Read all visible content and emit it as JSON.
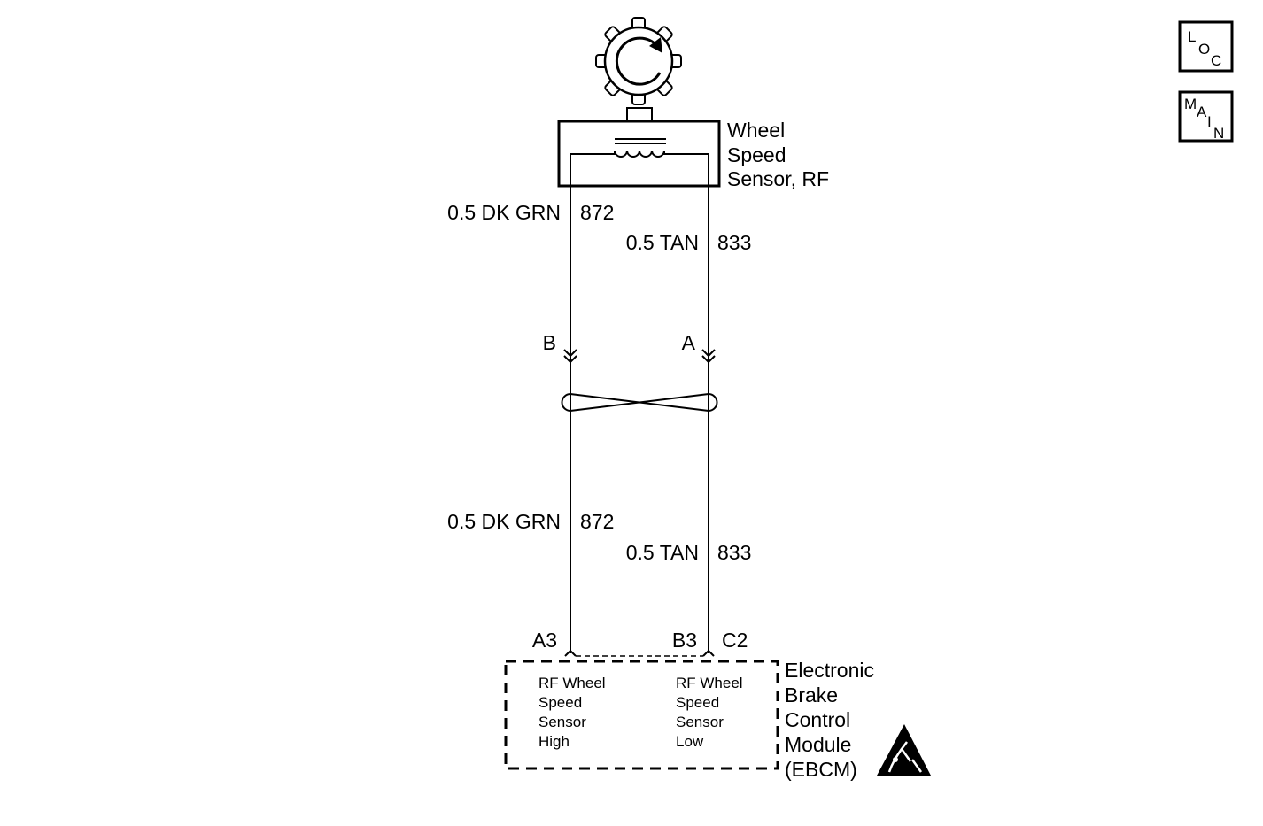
{
  "sensor": {
    "name_lines": [
      "Wheel",
      "Speed",
      "Sensor, RF"
    ]
  },
  "wires_upper": {
    "left_color": "0.5 DK GRN",
    "left_circuit": "872",
    "right_color": "0.5 TAN",
    "right_circuit": "833"
  },
  "connector_top": {
    "left_pin": "B",
    "right_pin": "A"
  },
  "wires_lower": {
    "left_color": "0.5 DK GRN",
    "left_circuit": "872",
    "right_color": "0.5 TAN",
    "right_circuit": "833"
  },
  "module_pins": {
    "left_pin": "A3",
    "right_pin": "B3",
    "connector": "C2"
  },
  "module": {
    "name_lines": [
      "Electronic",
      "Brake",
      "Control",
      "Module",
      "(EBCM)"
    ],
    "high_lines": [
      "RF Wheel",
      "Speed",
      "Sensor",
      "High"
    ],
    "low_lines": [
      "RF Wheel",
      "Speed",
      "Sensor",
      "Low"
    ]
  },
  "nav": {
    "loc_letters": [
      "L",
      "O",
      "C"
    ],
    "main_letters": [
      "M",
      "A",
      "I",
      "N"
    ]
  },
  "icons": {
    "tone_wheel": "tone-ring-icon",
    "esd": "esd-warning-icon",
    "twisted_pair": "twisted-pair-icon"
  }
}
